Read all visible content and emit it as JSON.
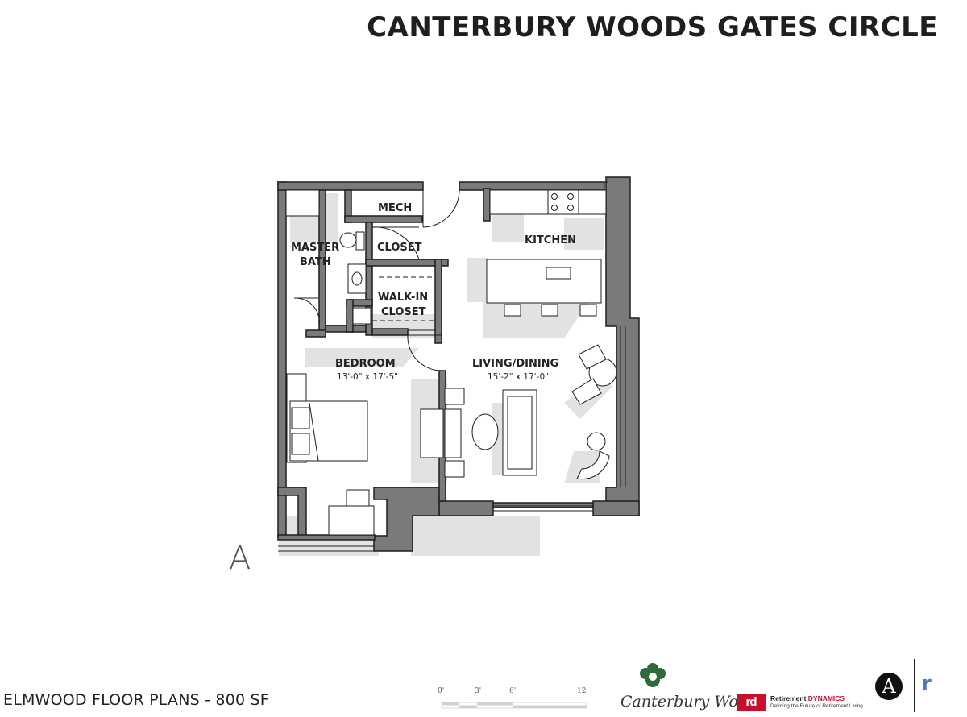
{
  "header": {
    "title": "CANTERBURY WOODS GATES CIRCLE"
  },
  "plan": {
    "unit_letter": "A",
    "rooms": {
      "mech": "MECH",
      "kitchen": "KITCHEN",
      "master_bath_line1": "MASTER",
      "master_bath_line2": "BATH",
      "closet": "CLOSET",
      "walkin_line1": "WALK-IN",
      "walkin_line2": "CLOSET",
      "bedroom": "BEDROOM",
      "bedroom_dim": "13'-0\" x 17'-5\"",
      "living": "LIVING/DINING",
      "living_dim": "15'-2\" x 17'-0\""
    }
  },
  "footer": {
    "plan_title": "ELMWOOD FLOOR PLANS - 800 SF",
    "scale_labels": [
      "0'",
      "3'",
      "6'",
      "12'"
    ],
    "canterbury_logo": "Canterbury Woods",
    "rd_mark": "rd",
    "rd_name_1": "Retirement ",
    "rd_name_2": "DYNAMICS",
    "rd_tagline": "Defining the Future of Retirement Living",
    "a_logo": "A",
    "r_logo": "r"
  }
}
